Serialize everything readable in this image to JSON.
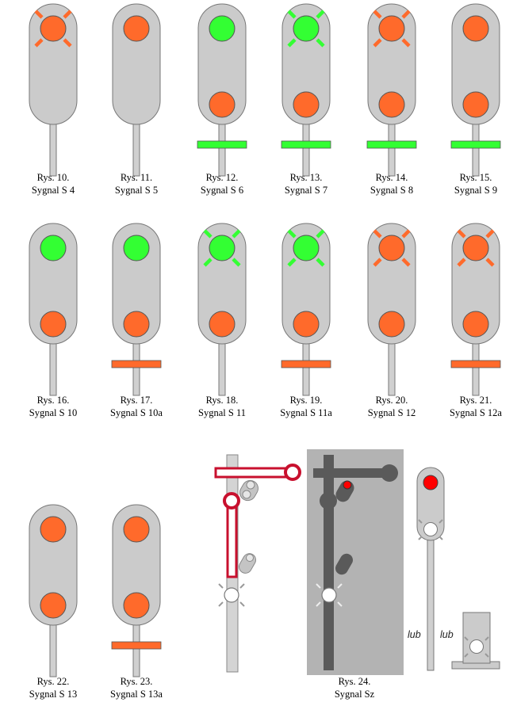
{
  "colors": {
    "orange": "#ff6a2b",
    "green": "#33ff33",
    "red_lamp": "#ff0000",
    "white_lamp": "#ffffff",
    "signal_body": "#cbcbcb",
    "pole": "#d0d0d0",
    "outline": "#555555",
    "semaphore_red": "#c8102e",
    "dark_panel": "#b3b3b3",
    "dark_part": "#5a5a5a"
  },
  "figures": [
    {
      "id": "rys10",
      "number": "Rys. 10.",
      "name": "Sygnal S 4",
      "top_lamp": "orange",
      "top_flashing": true,
      "bottom_lamp": null,
      "stripe": null
    },
    {
      "id": "rys11",
      "number": "Rys. 11.",
      "name": "Sygnal S 5",
      "top_lamp": "orange",
      "top_flashing": false,
      "bottom_lamp": null,
      "stripe": null
    },
    {
      "id": "rys12",
      "number": "Rys. 12.",
      "name": "Sygnal S 6",
      "top_lamp": "green",
      "top_flashing": false,
      "bottom_lamp": "orange",
      "stripe": "green"
    },
    {
      "id": "rys13",
      "number": "Rys. 13.",
      "name": "Sygnal S 7",
      "top_lamp": "green",
      "top_flashing": true,
      "bottom_lamp": "orange",
      "stripe": "green"
    },
    {
      "id": "rys14",
      "number": "Rys. 14.",
      "name": "Sygnal S 8",
      "top_lamp": "orange",
      "top_flashing": true,
      "bottom_lamp": "orange",
      "stripe": "green"
    },
    {
      "id": "rys15",
      "number": "Rys. 15.",
      "name": "Sygnal S 9",
      "top_lamp": "orange",
      "top_flashing": false,
      "bottom_lamp": "orange",
      "stripe": "green"
    },
    {
      "id": "rys16",
      "number": "Rys. 16.",
      "name": "Sygnal S 10",
      "top_lamp": "green",
      "top_flashing": false,
      "bottom_lamp": "orange",
      "stripe": null
    },
    {
      "id": "rys17",
      "number": "Rys. 17.",
      "name": "Sygnal S 10a",
      "top_lamp": "green",
      "top_flashing": false,
      "bottom_lamp": "orange",
      "stripe": "orange"
    },
    {
      "id": "rys18",
      "number": "Rys. 18.",
      "name": "Sygnal S 11",
      "top_lamp": "green",
      "top_flashing": true,
      "bottom_lamp": "orange",
      "stripe": null
    },
    {
      "id": "rys19",
      "number": "Rys. 19.",
      "name": "Sygnal S 11a",
      "top_lamp": "green",
      "top_flashing": true,
      "bottom_lamp": "orange",
      "stripe": "orange"
    },
    {
      "id": "rys20",
      "number": "Rys. 20.",
      "name": "Sygnal S 12",
      "top_lamp": "orange",
      "top_flashing": true,
      "bottom_lamp": "orange",
      "stripe": null
    },
    {
      "id": "rys21",
      "number": "Rys. 21.",
      "name": "Sygnal S 12a",
      "top_lamp": "orange",
      "top_flashing": true,
      "bottom_lamp": "orange",
      "stripe": "orange"
    },
    {
      "id": "rys22",
      "number": "Rys. 22.",
      "name": "Sygnal S 13",
      "top_lamp": "orange",
      "top_flashing": false,
      "bottom_lamp": "orange",
      "stripe": null
    },
    {
      "id": "rys23",
      "number": "Rys. 23.",
      "name": "Sygnal S 13a",
      "top_lamp": "orange",
      "top_flashing": false,
      "bottom_lamp": "orange",
      "stripe": "orange"
    }
  ],
  "rys24": {
    "number": "Rys. 24.",
    "name": "Sygnal Sz",
    "alt_label_1": "lub",
    "alt_label_2": "lub"
  }
}
